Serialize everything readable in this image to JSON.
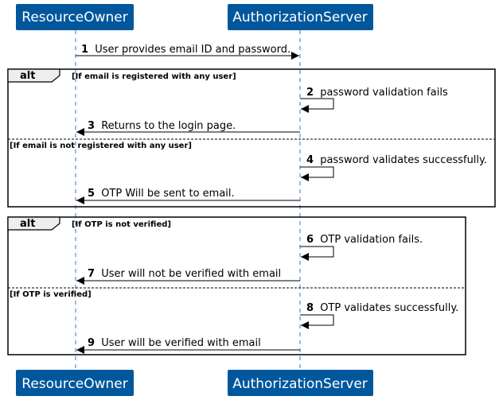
{
  "colors": {
    "participant_fill": "#00579c",
    "lifeline": "#3a7ab8",
    "frame_header": "#eeeeee",
    "line": "#000000"
  },
  "participants": [
    "ResourceOwner",
    "AuthorizationServer"
  ],
  "frames": [
    {
      "kind": "alt",
      "sections": [
        {
          "guard": "[If email is registered with any user]",
          "messages": [
            {
              "num": "2",
              "text": "password validation fails",
              "from": 1,
              "to": 1
            },
            {
              "num": "3",
              "text": "Returns to the login page.",
              "from": 1,
              "to": 0
            }
          ]
        },
        {
          "guard": "[If email is not registered with any user]",
          "messages": [
            {
              "num": "4",
              "text": "password validates successfully.",
              "from": 1,
              "to": 1
            },
            {
              "num": "5",
              "text": "OTP Will be sent to email.",
              "from": 1,
              "to": 0
            }
          ]
        }
      ]
    },
    {
      "kind": "alt",
      "sections": [
        {
          "guard": "[If OTP is not verified]",
          "messages": [
            {
              "num": "6",
              "text": "OTP validation fails.",
              "from": 1,
              "to": 1
            },
            {
              "num": "7",
              "text": "User will not be verified with email",
              "from": 1,
              "to": 0
            }
          ]
        },
        {
          "guard": "[If OTP is verified]",
          "messages": [
            {
              "num": "8",
              "text": "OTP validates successfully.",
              "from": 1,
              "to": 1
            },
            {
              "num": "9",
              "text": "User will be verified with email",
              "from": 1,
              "to": 0
            }
          ]
        }
      ]
    }
  ],
  "first_message": {
    "num": "1",
    "text": "User provides email ID and password.",
    "from": 0,
    "to": 1
  }
}
